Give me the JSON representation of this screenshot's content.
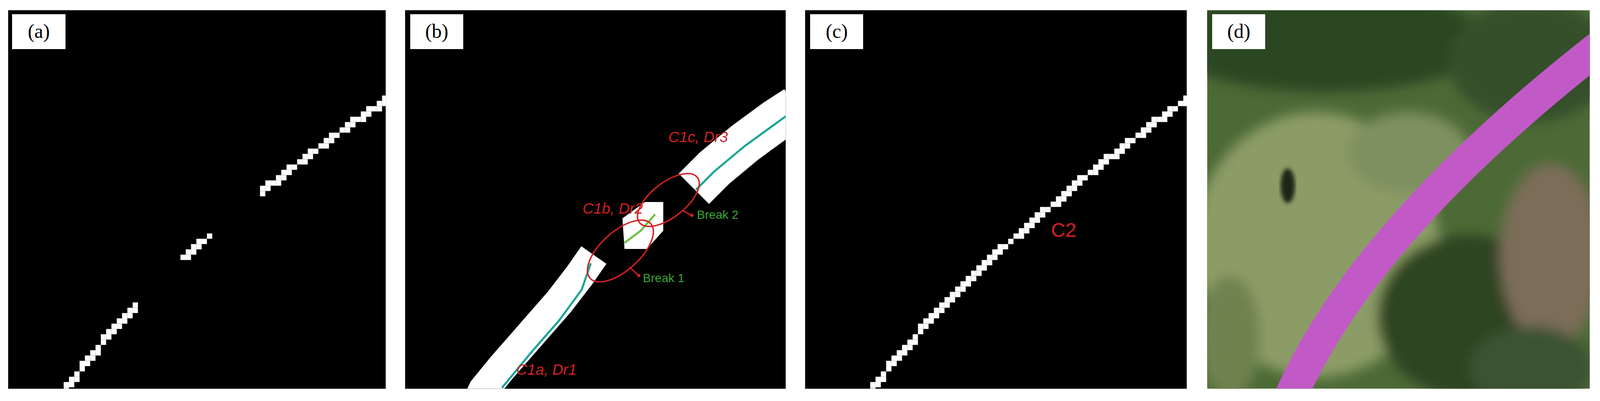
{
  "diagram": {
    "nodes": [
      {
        "text": [
          "(a)"
        ]
      },
      {
        "text": [
          "(b)"
        ]
      },
      {
        "text": [
          "(c)"
        ]
      },
      {
        "text": [
          "(d)"
        ]
      }
    ],
    "labels": [
      "C1a, Dr1",
      "C1b, Dr2",
      "C1c, Dr3",
      "Break 1",
      "Break 2",
      "C2"
    ]
  }
}
